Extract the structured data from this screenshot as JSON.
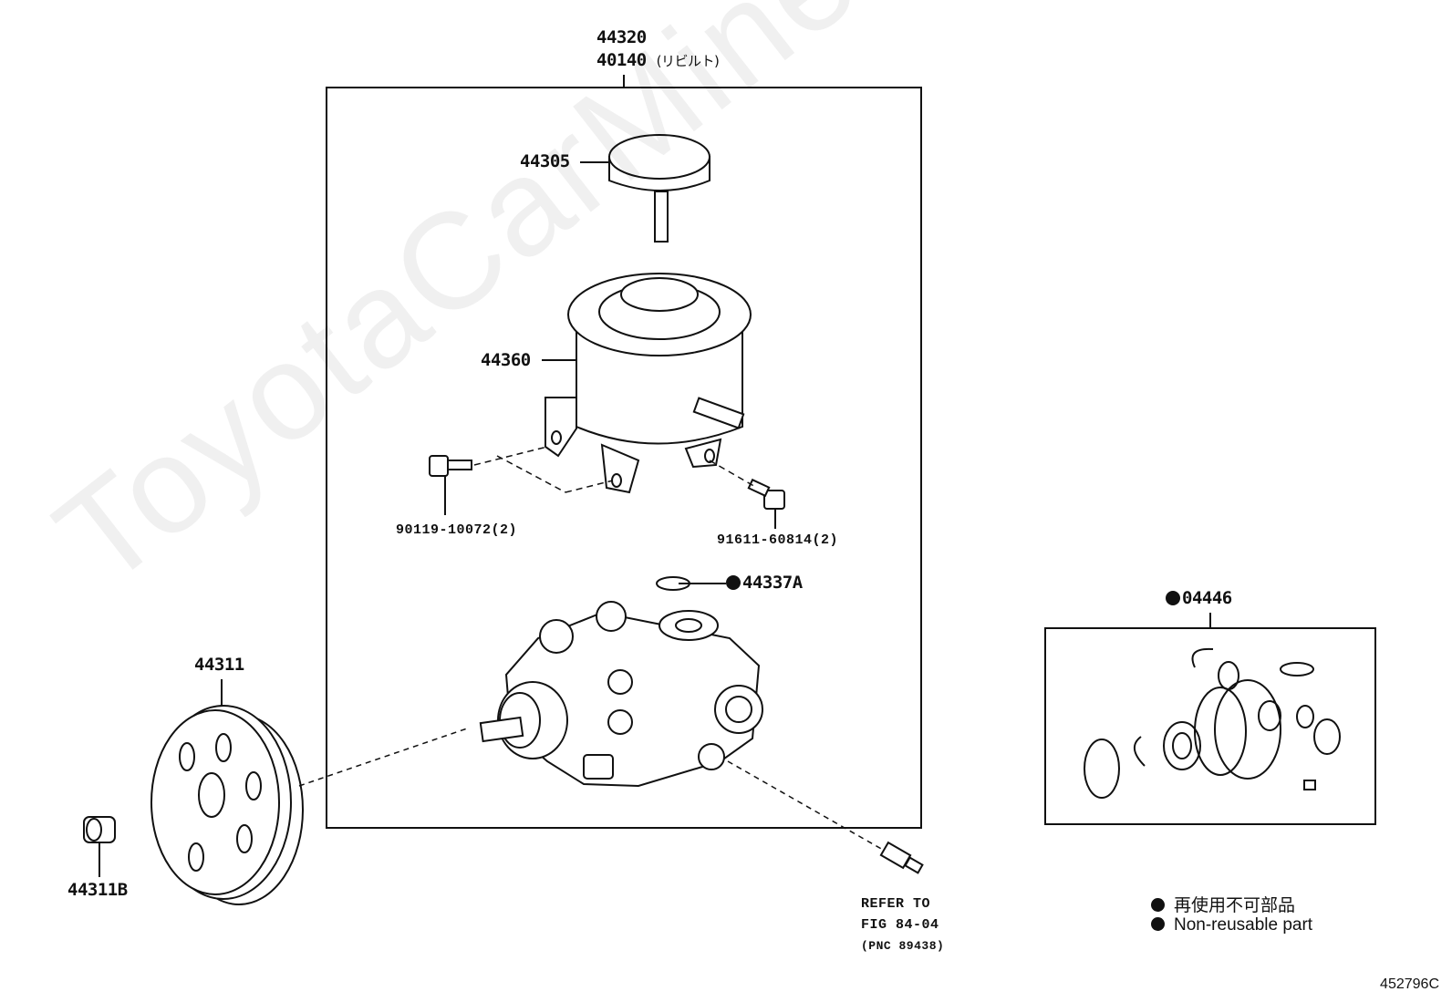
{
  "watermark": "ToyotaCarMine.ru",
  "labels": {
    "assembly_main": "44320",
    "assembly_rebuilt": "40140",
    "assembly_rebuilt_note": "(リビルト)",
    "cap": "44305",
    "reservoir": "44360",
    "bolt_left": "90119-10072(2)",
    "bolt_right": "91611-60814(2)",
    "o_ring": "44337A",
    "pulley": "44311",
    "pulley_nut": "44311B",
    "gasket_kit": "04446",
    "refer_line1": "REFER TO",
    "refer_line2": "FIG 84-04",
    "refer_line3": "(PNC 89438)"
  },
  "legend": {
    "jp": "再使用不可部品",
    "en": "Non-reusable part"
  },
  "diagram_code": "452796C"
}
